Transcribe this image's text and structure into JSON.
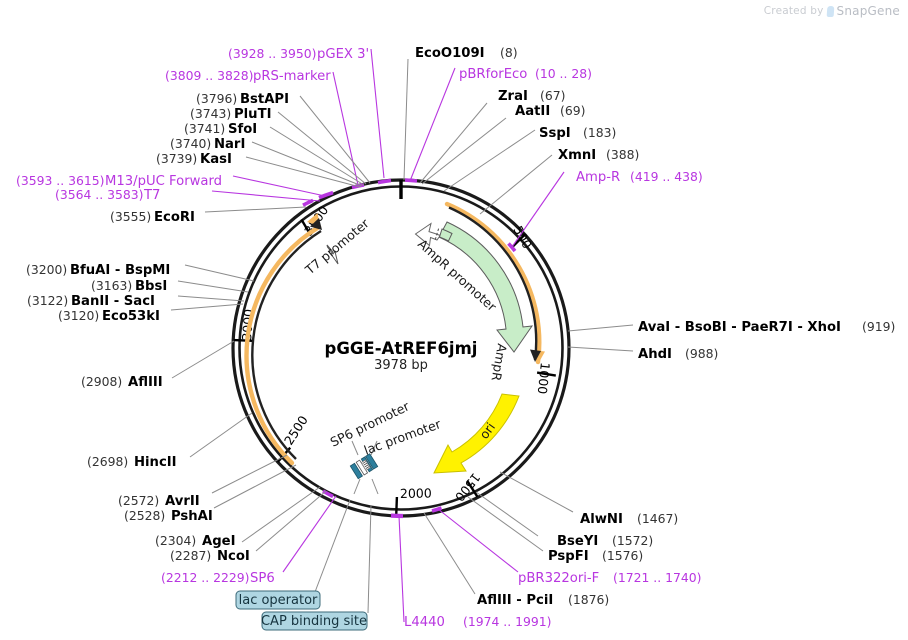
{
  "watermark": {
    "prefix": "Created by",
    "brand": "SnapGene",
    "logo_icon": "snapgene-logo-icon"
  },
  "plasmid": {
    "name": "pGGE-AtREF6jmj",
    "size": "3978 bp",
    "length_bp": 3978,
    "tick_labels": [
      "500",
      "1000",
      "1500",
      "2000",
      "2500",
      "3000",
      "3500"
    ],
    "tick_positions_bp": [
      500,
      1000,
      1500,
      2000,
      2500,
      3000,
      3500
    ],
    "colors": {
      "backbone": "#1a1a1a",
      "enzyme_text": "#000000",
      "feature_text": "#b836e0",
      "leader_grey": "#8c8c8c",
      "leader_purple": "#b836e0",
      "ampr_fill": "#c8edc8",
      "ori_fill": "#fff200",
      "orange_arc": "#f5b860",
      "promoter_block": "#2d7f9d",
      "box_fill": "#afd6e2"
    }
  },
  "arc_features": [
    {
      "label": "AmpR",
      "color": "#c8edc8",
      "kind": "gene-arrow"
    },
    {
      "label": "AmpR promoter",
      "color": "#ffffff",
      "kind": "promoter-arrow"
    },
    {
      "label": "ori",
      "color": "#fff200",
      "kind": "gene-arrow"
    },
    {
      "label": "T7 promoter",
      "color": "#ffffff",
      "kind": "promoter-arrow"
    },
    {
      "label": "SP6 promoter",
      "color": "#ffffff",
      "kind": "promoter-arrow"
    },
    {
      "label": "lac promoter",
      "color": "#ffffff",
      "kind": "promoter-arrow"
    }
  ],
  "box_labels": [
    {
      "label": "lac operator",
      "name": "lac-operator-box"
    },
    {
      "label": "CAP binding site",
      "name": "cap-binding-site-box"
    }
  ],
  "labels_top_left": [
    {
      "pos": "(3928 .. 3950)",
      "name": "pGEX 3'",
      "type": "feature"
    },
    {
      "pos": "(3809 .. 3828)",
      "name": "pRS-marker",
      "type": "feature"
    },
    {
      "pos": "(3796)",
      "name": "BstAPI",
      "type": "enzyme"
    },
    {
      "pos": "(3743)",
      "name": "PluTI",
      "type": "enzyme"
    },
    {
      "pos": "(3741)",
      "name": "SfoI",
      "type": "enzyme"
    },
    {
      "pos": "(3740)",
      "name": "NarI",
      "type": "enzyme"
    },
    {
      "pos": "(3739)",
      "name": "KasI",
      "type": "enzyme"
    },
    {
      "pos": "(3593 .. 3615)",
      "name": "M13/pUC Forward",
      "type": "feature"
    },
    {
      "pos": "(3564 .. 3583)",
      "name": "T7",
      "type": "feature"
    },
    {
      "pos": "(3555)",
      "name": "EcoRI",
      "type": "enzyme"
    }
  ],
  "labels_top_right": [
    {
      "pos": "(8)",
      "name": "EcoO109I",
      "type": "enzyme"
    },
    {
      "pos": "(10 .. 28)",
      "name": "pBRforEco",
      "type": "feature"
    },
    {
      "pos": "(67)",
      "name": "ZraI",
      "type": "enzyme"
    },
    {
      "pos": "(69)",
      "name": "AatII",
      "type": "enzyme"
    },
    {
      "pos": "(183)",
      "name": "SspI",
      "type": "enzyme"
    },
    {
      "pos": "(388)",
      "name": "XmnI",
      "type": "enzyme"
    },
    {
      "pos": "(419 .. 438)",
      "name": "Amp-R",
      "type": "feature"
    }
  ],
  "labels_left": [
    {
      "pos": "(3200)",
      "name": "BfuAI  -  BspMI",
      "type": "enzyme"
    },
    {
      "pos": "(3163)",
      "name": "BbsI",
      "type": "enzyme"
    },
    {
      "pos": "(3122)",
      "name": "BanII  -  SacI",
      "type": "enzyme"
    },
    {
      "pos": "(3120)",
      "name": "Eco53kI",
      "type": "enzyme"
    },
    {
      "pos": "(2908)",
      "name": "AflIII",
      "type": "enzyme"
    },
    {
      "pos": "(2698)",
      "name": "HincII",
      "type": "enzyme"
    }
  ],
  "labels_bottom_left": [
    {
      "pos": "(2572)",
      "name": "AvrII",
      "type": "enzyme"
    },
    {
      "pos": "(2528)",
      "name": "PshAI",
      "type": "enzyme"
    },
    {
      "pos": "(2304)",
      "name": "AgeI",
      "type": "enzyme"
    },
    {
      "pos": "(2287)",
      "name": "NcoI",
      "type": "enzyme"
    },
    {
      "pos": "(2212 .. 2229)",
      "name": "SP6",
      "type": "feature"
    }
  ],
  "labels_right": [
    {
      "pos": "(919)",
      "name": "AvaI  -  BsoBI  -  PaeR7I  -  XhoI",
      "type": "enzyme"
    },
    {
      "pos": "(988)",
      "name": "AhdI",
      "type": "enzyme"
    }
  ],
  "labels_bottom_right": [
    {
      "pos": "(1467)",
      "name": "AlwNI",
      "type": "enzyme"
    },
    {
      "pos": "(1572)",
      "name": "BseYI",
      "type": "enzyme"
    },
    {
      "pos": "(1576)",
      "name": "PspFI",
      "type": "enzyme"
    },
    {
      "pos": "(1721 .. 1740)",
      "name": "pBR322ori-F",
      "type": "feature"
    },
    {
      "pos": "(1876)",
      "name": "AflIII  -  PciI",
      "type": "enzyme"
    },
    {
      "pos": "(1974 .. 1991)",
      "name": "L4440",
      "type": "feature"
    }
  ]
}
